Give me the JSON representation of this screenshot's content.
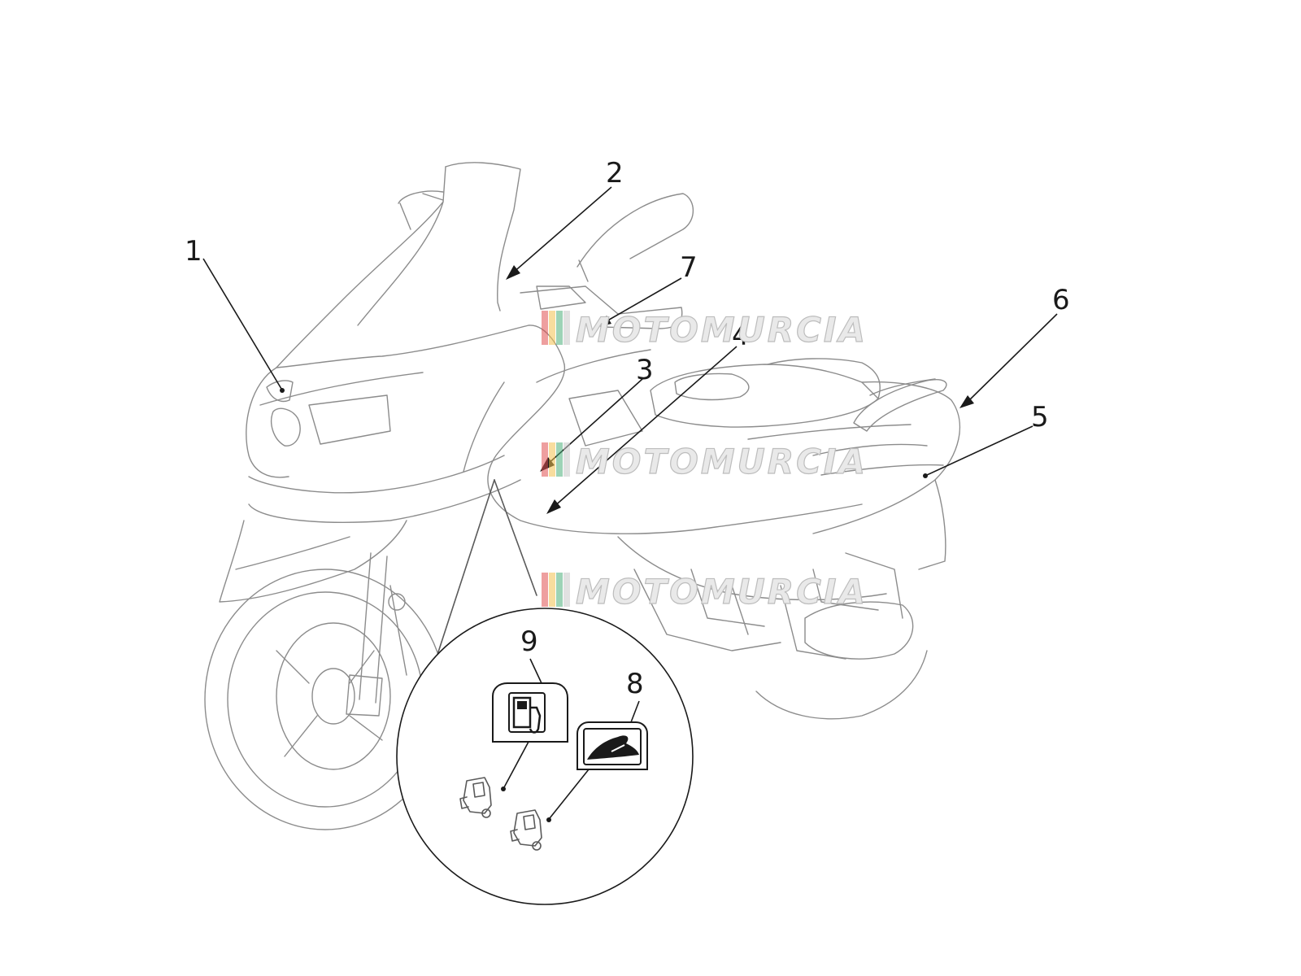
{
  "watermark": {
    "text": "MOTOMURCIA",
    "stripe_colors": [
      "#e05050",
      "#f2c14e",
      "#4caf7a",
      "#c9c9c9"
    ]
  },
  "callouts": [
    {
      "id": "1",
      "label": "1"
    },
    {
      "id": "2",
      "label": "2"
    },
    {
      "id": "3",
      "label": "3"
    },
    {
      "id": "4",
      "label": "4"
    },
    {
      "id": "5",
      "label": "5"
    },
    {
      "id": "6",
      "label": "6"
    },
    {
      "id": "7",
      "label": "7"
    },
    {
      "id": "8",
      "label": "8"
    },
    {
      "id": "9",
      "label": "9"
    }
  ],
  "icons": {
    "fuel_decal": "fuel-pump-icon",
    "seat_decal": "seat-warning-icon",
    "detail_view": "magnifier-detail"
  }
}
